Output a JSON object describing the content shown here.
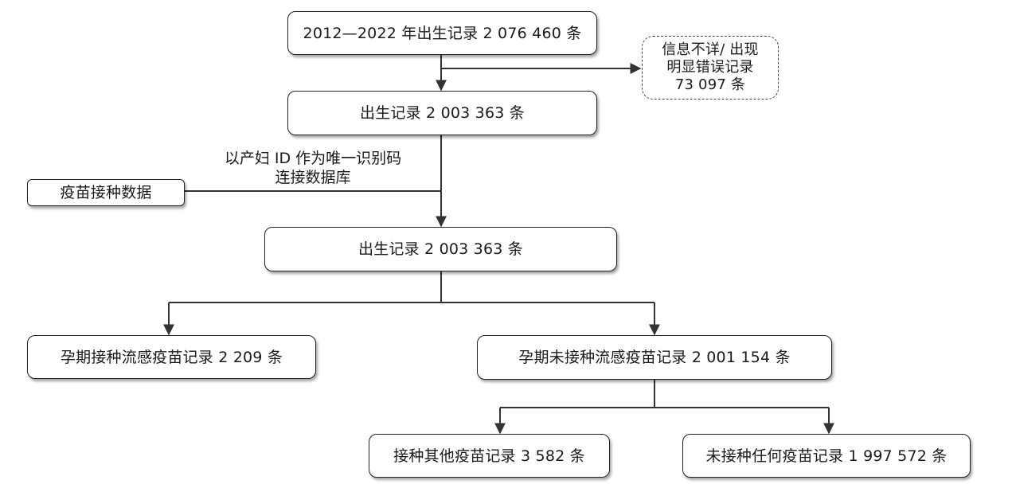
{
  "nodes": {
    "birth_records_total": "2012—2022 年出生记录 2 076 460 条",
    "excluded_records": "信息不详/ 出现\n明显错误记录\n73 097 条",
    "birth_records_clean": "出生记录 2 003 363 条",
    "link_label_line1": "以产妇 ID 作为唯一识别码",
    "link_label_line2": "连接数据库",
    "vaccination_data": "疫苗接种数据",
    "birth_records_linked": "出生记录 2 003 363 条",
    "flu_vaccinated": "孕期接种流感疫苗记录 2 209 条",
    "flu_not_vaccinated": "孕期未接种流感疫苗记录 2 001 154 条",
    "other_vaccine": "接种其他疫苗记录 3 582 条",
    "no_vaccine": "未接种任何疫苗记录 1 997 572 条"
  }
}
